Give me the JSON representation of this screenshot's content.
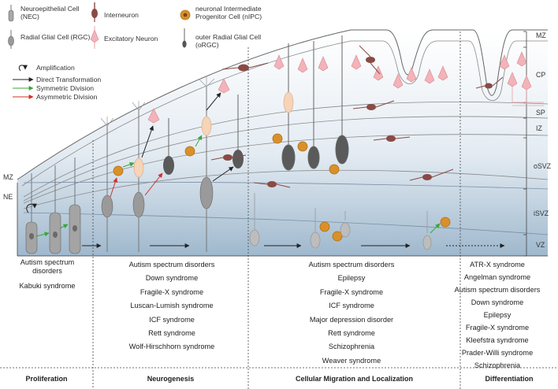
{
  "legend": {
    "nec": "Neuroepithelial Cell (NEC)",
    "rgc": "Radial Glial Cell (RGC)",
    "interneuron": "Interneuron",
    "excitatory": "Excitatory Neuron",
    "nipc": "neuronal Intermediate Progenitor Cell (nIPC)",
    "orgc": "outer Radial Glial Cell (oRGC)",
    "amplification": "Amplification",
    "direct": "Direct Transformation",
    "symmetric": "Symmetric Division",
    "asymmetric": "Asymmetric Division"
  },
  "layers": {
    "mz": "MZ",
    "cp": "CP",
    "sp": "SP",
    "iz": "IZ",
    "osvz": "oSVZ",
    "isvz": "iSVZ",
    "vz": "VZ",
    "mz_left": "MZ",
    "ne_left": "NE"
  },
  "disorders": {
    "proliferation": [
      "Autism spectrum disorders",
      "Kabuki syndrome"
    ],
    "neurogenesis": [
      "Autism spectrum disorders",
      "Down syndrome",
      "Fragile-X syndrome",
      "Luscan-Lumish syndrome",
      "ICF syndrome",
      "Rett syndrome",
      "Wolf-Hirschhorn syndrome"
    ],
    "migration": [
      "Autism spectrum disorders",
      "Epilepsy",
      "Fragile-X syndrome",
      "ICF syndrome",
      "Major depression disorder",
      "Rett syndrome",
      "Schizophrenia",
      "Weaver syndrome"
    ],
    "differentiation": [
      "ATR-X syndrome",
      "Angelman syndrome",
      "Autism spectrum disorders",
      "Down syndrome",
      "Epilepsy",
      "Fragile-X syndrome",
      "Kleefstra syndrome",
      "Prader-Willi syndrome",
      "Schizophrenia"
    ]
  },
  "stages": {
    "proliferation": "Proliferation",
    "neurogenesis": "Neurogenesis",
    "migration": "Cellular Migration and Localization",
    "differentiation": "Differentiation"
  },
  "colors": {
    "gradient_top": "#ffffff",
    "gradient_bottom": "#9fb8cd",
    "rgc_body": "#8c8c8c",
    "rgc_dark": "#5a5a5a",
    "nipc": "#d9902a",
    "excitatory": "#f2b3bb",
    "interneuron": "#8a4a45",
    "migrating": "#f5d4b8",
    "arrow_black": "#222222",
    "arrow_green": "#3aa63a",
    "arrow_red": "#d0302a"
  }
}
